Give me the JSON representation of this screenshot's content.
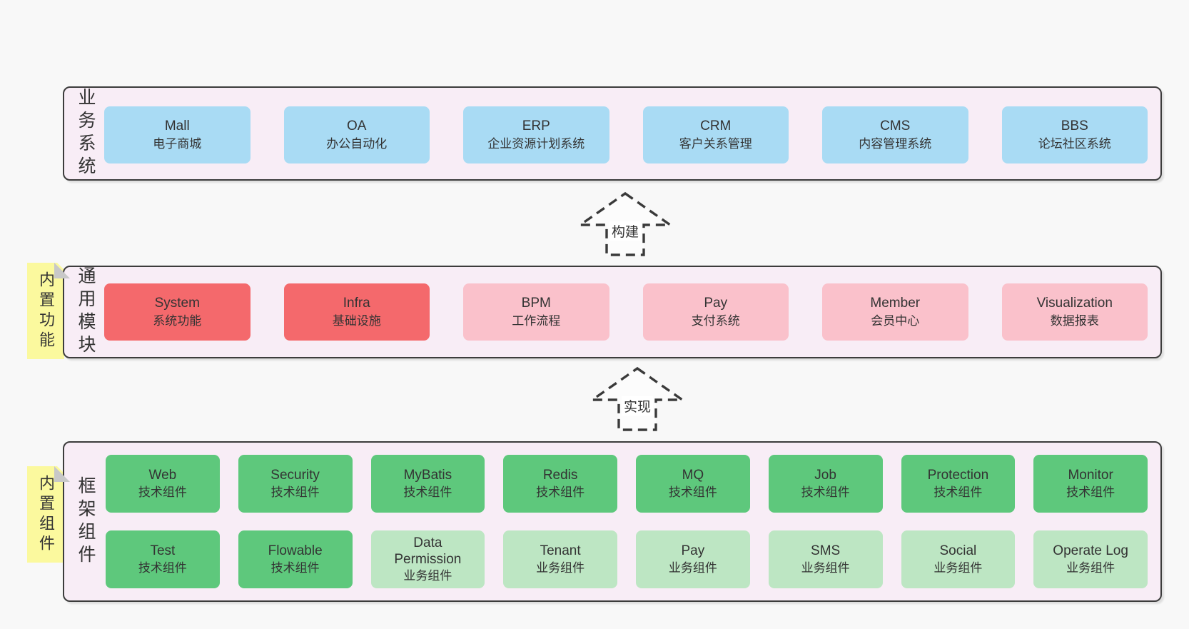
{
  "palette": {
    "page_bg": "#f8f8f8",
    "band_bg": "#f8edf6",
    "band_border": "#3c3c3c",
    "blue": "#a9dbf4",
    "red": "#f4696c",
    "pink": "#fac1cb",
    "green": "#5ec87c",
    "light_green": "#bde6c3",
    "sticky_yellow": "#fbf99e",
    "fold_gray": "#c8c8c8",
    "text": "#333333"
  },
  "stickies": [
    {
      "label": "内置功能"
    },
    {
      "label": "内置组件"
    }
  ],
  "arrows": [
    {
      "label": "构建"
    },
    {
      "label": "实现"
    }
  ],
  "bands": [
    {
      "title": "业务系统",
      "rows": [
        [
          {
            "en": "Mall",
            "zh": "电子商城"
          },
          {
            "en": "OA",
            "zh": "办公自动化"
          },
          {
            "en": "ERP",
            "zh": "企业资源计划系统"
          },
          {
            "en": "CRM",
            "zh": "客户关系管理"
          },
          {
            "en": "CMS",
            "zh": "内容管理系统"
          },
          {
            "en": "BBS",
            "zh": "论坛社区系统"
          }
        ]
      ]
    },
    {
      "title": "通用模块",
      "rows": [
        [
          {
            "en": "System",
            "zh": "系统功能"
          },
          {
            "en": "Infra",
            "zh": "基础设施"
          },
          {
            "en": "BPM",
            "zh": "工作流程"
          },
          {
            "en": "Pay",
            "zh": "支付系统"
          },
          {
            "en": "Member",
            "zh": "会员中心"
          },
          {
            "en": "Visualization",
            "zh": "数据报表"
          }
        ]
      ]
    },
    {
      "title": "框架组件",
      "rows": [
        [
          {
            "en": "Web",
            "zh": "技术组件"
          },
          {
            "en": "Security",
            "zh": "技术组件"
          },
          {
            "en": "MyBatis",
            "zh": "技术组件"
          },
          {
            "en": "Redis",
            "zh": "技术组件"
          },
          {
            "en": "MQ",
            "zh": "技术组件"
          },
          {
            "en": "Job",
            "zh": "技术组件"
          },
          {
            "en": "Protection",
            "zh": "技术组件"
          },
          {
            "en": "Monitor",
            "zh": "技术组件"
          }
        ],
        [
          {
            "en": "Test",
            "zh": "技术组件"
          },
          {
            "en": "Flowable",
            "zh": "技术组件"
          },
          {
            "en": "Data Permission",
            "zh": "业务组件"
          },
          {
            "en": "Tenant",
            "zh": "业务组件"
          },
          {
            "en": "Pay",
            "zh": "业务组件"
          },
          {
            "en": "SMS",
            "zh": "业务组件"
          },
          {
            "en": "Social",
            "zh": "业务组件"
          },
          {
            "en": "Operate Log",
            "zh": "业务组件"
          }
        ]
      ]
    }
  ]
}
